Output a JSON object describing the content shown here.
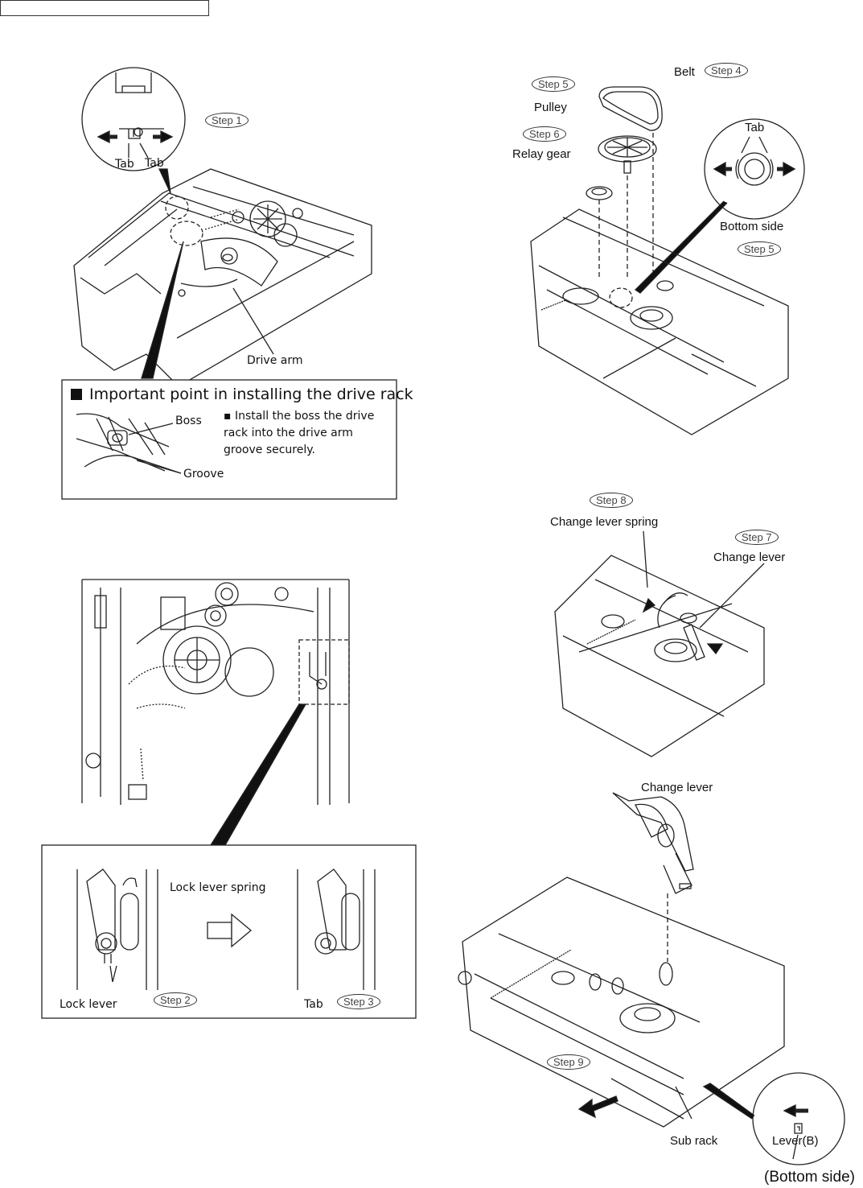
{
  "labels": {
    "tab_left": "Tab",
    "tab_right": "Tab",
    "drive_arm": "Drive arm",
    "belt": "Belt",
    "pulley": "Pulley",
    "relay_gear": "Relay gear",
    "tab_pulley": "Tab",
    "bottom_side_pulley": "Bottom side",
    "change_lever_spring": "Change lever spring",
    "change_lever_1": "Change lever",
    "change_lever_2": "Change lever",
    "sub_rack": "Sub rack",
    "lever_b": "Lever(B)",
    "bottom_side_footer": "(Bottom side)",
    "lock_lever_spring": "Lock lever spring",
    "lock_lever": "Lock lever",
    "tab_lock": "Tab"
  },
  "steps": {
    "step1": "Step 1",
    "step2": "Step 2",
    "step3": "Step 3",
    "step4": "Step 4",
    "step5a": "Step 5",
    "step5b": "Step 5",
    "step6": "Step 6",
    "step7": "Step 7",
    "step8": "Step 8",
    "step9": "Step 9"
  },
  "important_note": {
    "title": "Important point in installing the drive rack",
    "boss": "Boss",
    "groove": "Groove",
    "text": "▪ Install the boss the drive rack into the drive arm groove securely."
  }
}
